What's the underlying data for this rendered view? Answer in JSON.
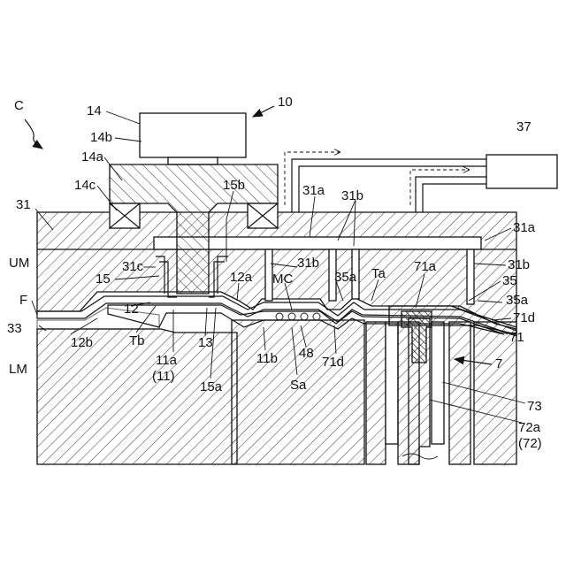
{
  "labels": {
    "C": "C",
    "l10": "10",
    "l14": "14",
    "l14b": "14b",
    "l14a": "14a",
    "l14c": "14c",
    "l15b": "15b",
    "l31": "31",
    "l31a_left": "31a",
    "l31b_top": "31b",
    "l37": "37",
    "l31a_right": "31a",
    "UM": "UM",
    "l15": "15",
    "l31c": "31c",
    "l31b_mid": "31b",
    "l31b_right": "31b",
    "l12a": "12a",
    "MC": "MC",
    "l35a_mid": "35a",
    "Ta": "Ta",
    "l71a": "71a",
    "l35": "35",
    "l35a_right": "35a",
    "F": "F",
    "l12": "12",
    "l71d_right": "71d",
    "l33": "33",
    "l12b": "12b",
    "Tb": "Tb",
    "l13": "13",
    "l11b": "11b",
    "l48": "48",
    "l71d_mid": "71d",
    "l71": "71",
    "l11a": "11a",
    "l11": "(11)",
    "l7": "7",
    "LM": "LM",
    "l15a": "15a",
    "Sa": "Sa",
    "l73": "73",
    "l72a": "72a",
    "l72": "(72)"
  }
}
